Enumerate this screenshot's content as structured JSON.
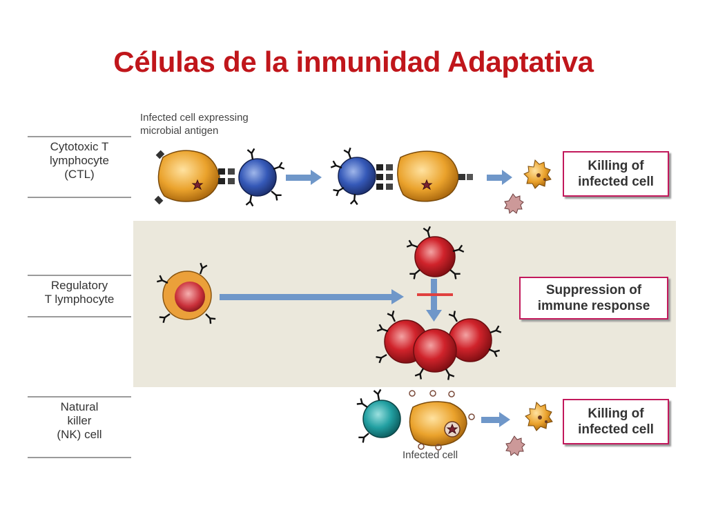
{
  "title": "Células de la inmunidad Adaptativa",
  "rows": {
    "ctl": {
      "label_lines": [
        "Cytotoxic T",
        "lymphocyte",
        "(CTL)"
      ],
      "caption_lines": [
        "Infected cell expressing",
        "microbial antigen"
      ],
      "result_lines": [
        "Killing of",
        "infected cell"
      ]
    },
    "treg": {
      "label_lines": [
        "Regulatory",
        "T lymphocyte"
      ],
      "result_lines": [
        "Suppression of",
        "immune response"
      ]
    },
    "nk": {
      "label_lines": [
        "Natural",
        "killer",
        "(NK) cell"
      ],
      "caption": "Infected cell",
      "result_lines": [
        "Killing of",
        "infected cell"
      ]
    }
  },
  "colors": {
    "title": "#c0161b",
    "band": "#ebe8dc",
    "result_border": "#c2185b",
    "infected_cell": "#e8a32e",
    "ctl_cell": "#2f56b4",
    "treg_cell": "#cc2128",
    "nk_cell": "#1f9ea0",
    "arrow": "#6f97c9",
    "block_bar": "#e0413f"
  },
  "icons": [
    "receptor-icon",
    "arrow-icon",
    "inhibition-bar-icon",
    "apoptotic-cell-icon"
  ]
}
